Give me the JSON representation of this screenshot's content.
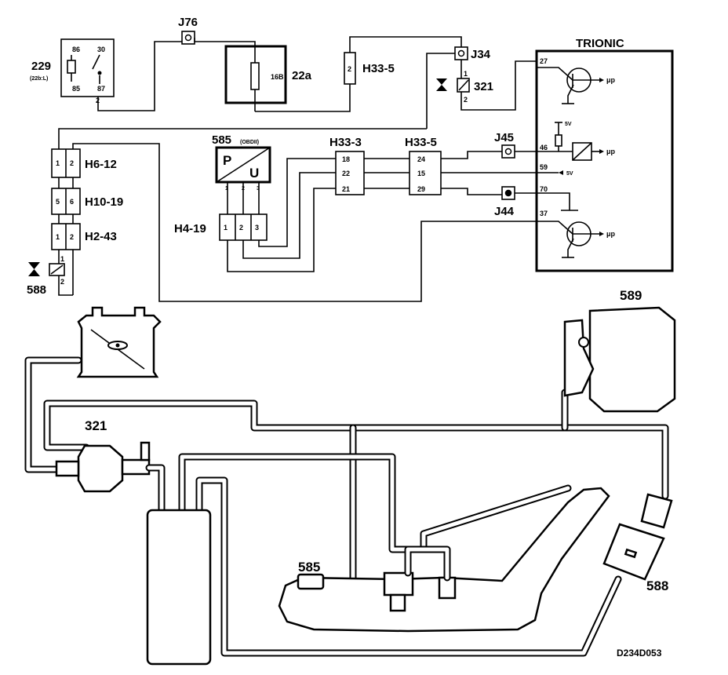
{
  "relay": {
    "id": "229",
    "note": "(22b:L)",
    "pin_86": "86",
    "pin_30": "30",
    "pin_85": "85",
    "pin_87": "87",
    "pin_2": "2"
  },
  "fuse": {
    "id": "22a",
    "rating": "16B"
  },
  "junctions": {
    "j76": "J76",
    "j34": "J34",
    "j45": "J45",
    "j44": "J44"
  },
  "connectors": {
    "h33_5_top": {
      "label": "H33-5",
      "pin": "2"
    },
    "h6_12": {
      "label": "H6-12",
      "pins": [
        "1",
        "2"
      ]
    },
    "h10_19": {
      "label": "H10-19",
      "pins": [
        "5",
        "6"
      ]
    },
    "h2_43": {
      "label": "H2-43",
      "pins": [
        "1",
        "2"
      ]
    },
    "h4_19": {
      "label": "H4-19",
      "pins": [
        "1",
        "2",
        "3"
      ]
    },
    "h33_3": {
      "label": "H33-3",
      "pins": [
        "18",
        "22",
        "21"
      ]
    },
    "h33_5": {
      "label": "H33-5",
      "pins": [
        "24",
        "15",
        "29"
      ]
    }
  },
  "valve_321": {
    "id": "321",
    "pin_1": "1",
    "pin_2": "2"
  },
  "valve_588": {
    "id": "588",
    "pin_1": "1",
    "pin_2": "2"
  },
  "sensor_585": {
    "id": "585",
    "sub": "(OBDII)",
    "p": "P",
    "u": "U",
    "pins": [
      "1",
      "2",
      "3"
    ]
  },
  "trionic": {
    "title": "TRIONIC",
    "pins": [
      "27",
      "46",
      "59",
      "70",
      "37"
    ],
    "v5a": "5V",
    "v5b": "5V",
    "mu": "μp"
  },
  "lower": {
    "l589": "589",
    "l321": "321",
    "l585": "585",
    "l588": "588"
  },
  "drawing_code": "D234D053"
}
